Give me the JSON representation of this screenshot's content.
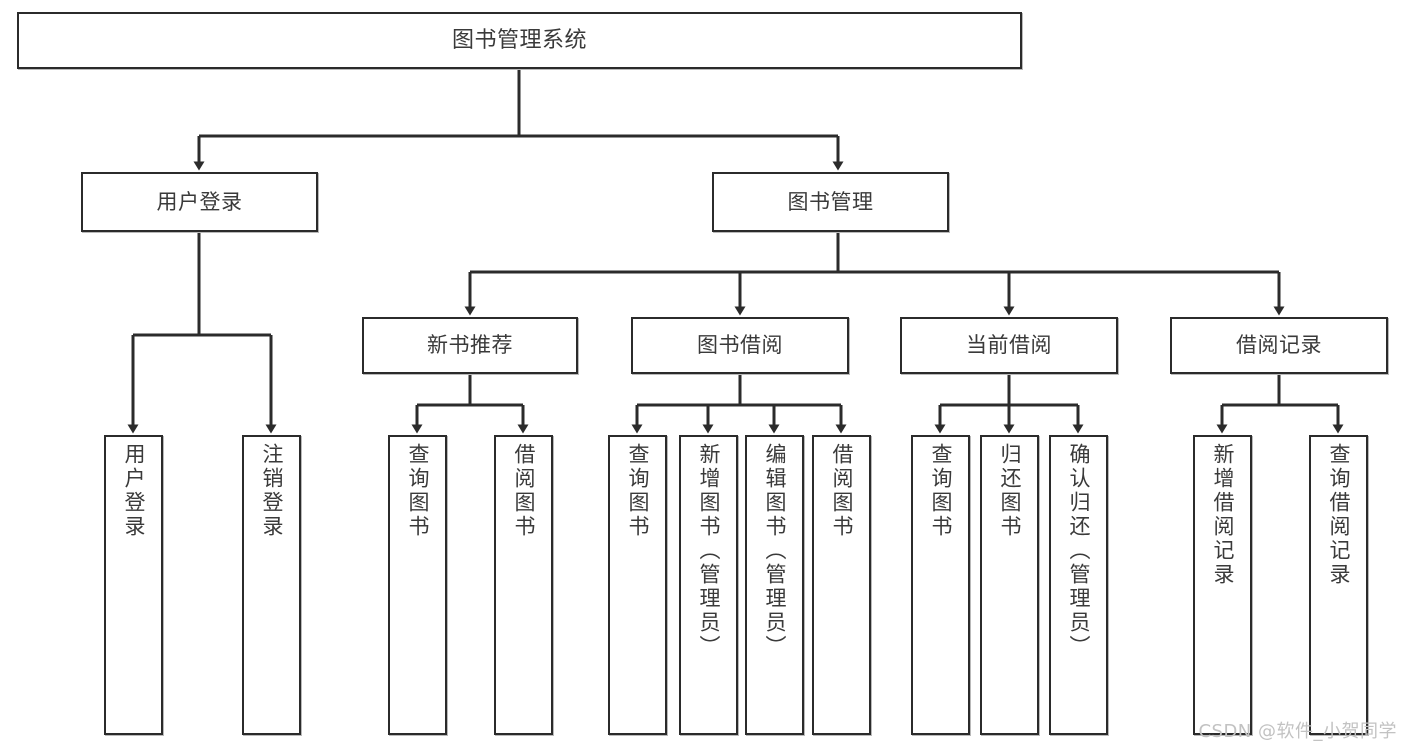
{
  "diagram": {
    "type": "tree-hierarchy-chart",
    "title": "图书管理系统",
    "watermark": "CSDN @软件_小贺同学",
    "colors": {
      "box_border": "#2b2b2b",
      "box_fill": "#ffffff",
      "connector": "#2b2b2b",
      "text": "#3a3a3a",
      "watermark": "#c2c2c2",
      "background": "#ffffff"
    },
    "nodes": {
      "root": {
        "label": "图书管理系统",
        "level": 1
      },
      "user_login": {
        "label": "用户登录",
        "level": 2
      },
      "book_manage": {
        "label": "图书管理",
        "level": 2
      },
      "new_book_rec": {
        "label": "新书推荐",
        "level": 3
      },
      "book_borrow": {
        "label": "图书借阅",
        "level": 3
      },
      "current_borrow": {
        "label": "当前借阅",
        "level": 3
      },
      "borrow_record": {
        "label": "借阅记录",
        "level": 3
      },
      "leaf_user_login": {
        "label": "用户登录",
        "level": 4
      },
      "leaf_logout": {
        "label": "注销登录",
        "level": 4
      },
      "leaf_query_book_1": {
        "label": "查询图书",
        "level": 4
      },
      "leaf_borrow_book_1": {
        "label": "借阅图书",
        "level": 4
      },
      "leaf_query_book_2": {
        "label": "查询图书",
        "level": 4
      },
      "leaf_add_book": {
        "label": "新增图书（管理员）",
        "level": 4
      },
      "leaf_edit_book": {
        "label": "编辑图书（管理员）",
        "level": 4
      },
      "leaf_borrow_book_2": {
        "label": "借阅图书",
        "level": 4
      },
      "leaf_query_book_3": {
        "label": "查询图书",
        "level": 4
      },
      "leaf_return_book": {
        "label": "归还图书",
        "level": 4
      },
      "leaf_confirm_return": {
        "label": "确认归还（管理员）",
        "level": 4
      },
      "leaf_add_record": {
        "label": "新增借阅记录",
        "level": 4
      },
      "leaf_query_record": {
        "label": "查询借阅记录",
        "level": 4
      }
    },
    "edges": [
      {
        "from": "root",
        "to": "user_login"
      },
      {
        "from": "root",
        "to": "book_manage"
      },
      {
        "from": "user_login",
        "to": "leaf_user_login"
      },
      {
        "from": "user_login",
        "to": "leaf_logout"
      },
      {
        "from": "book_manage",
        "to": "new_book_rec"
      },
      {
        "from": "book_manage",
        "to": "book_borrow"
      },
      {
        "from": "book_manage",
        "to": "current_borrow"
      },
      {
        "from": "book_manage",
        "to": "borrow_record"
      },
      {
        "from": "new_book_rec",
        "to": "leaf_query_book_1"
      },
      {
        "from": "new_book_rec",
        "to": "leaf_borrow_book_1"
      },
      {
        "from": "book_borrow",
        "to": "leaf_query_book_2"
      },
      {
        "from": "book_borrow",
        "to": "leaf_add_book"
      },
      {
        "from": "book_borrow",
        "to": "leaf_edit_book"
      },
      {
        "from": "book_borrow",
        "to": "leaf_borrow_book_2"
      },
      {
        "from": "current_borrow",
        "to": "leaf_query_book_3"
      },
      {
        "from": "current_borrow",
        "to": "leaf_return_book"
      },
      {
        "from": "current_borrow",
        "to": "leaf_confirm_return"
      },
      {
        "from": "borrow_record",
        "to": "leaf_add_record"
      },
      {
        "from": "borrow_record",
        "to": "leaf_query_record"
      }
    ]
  }
}
